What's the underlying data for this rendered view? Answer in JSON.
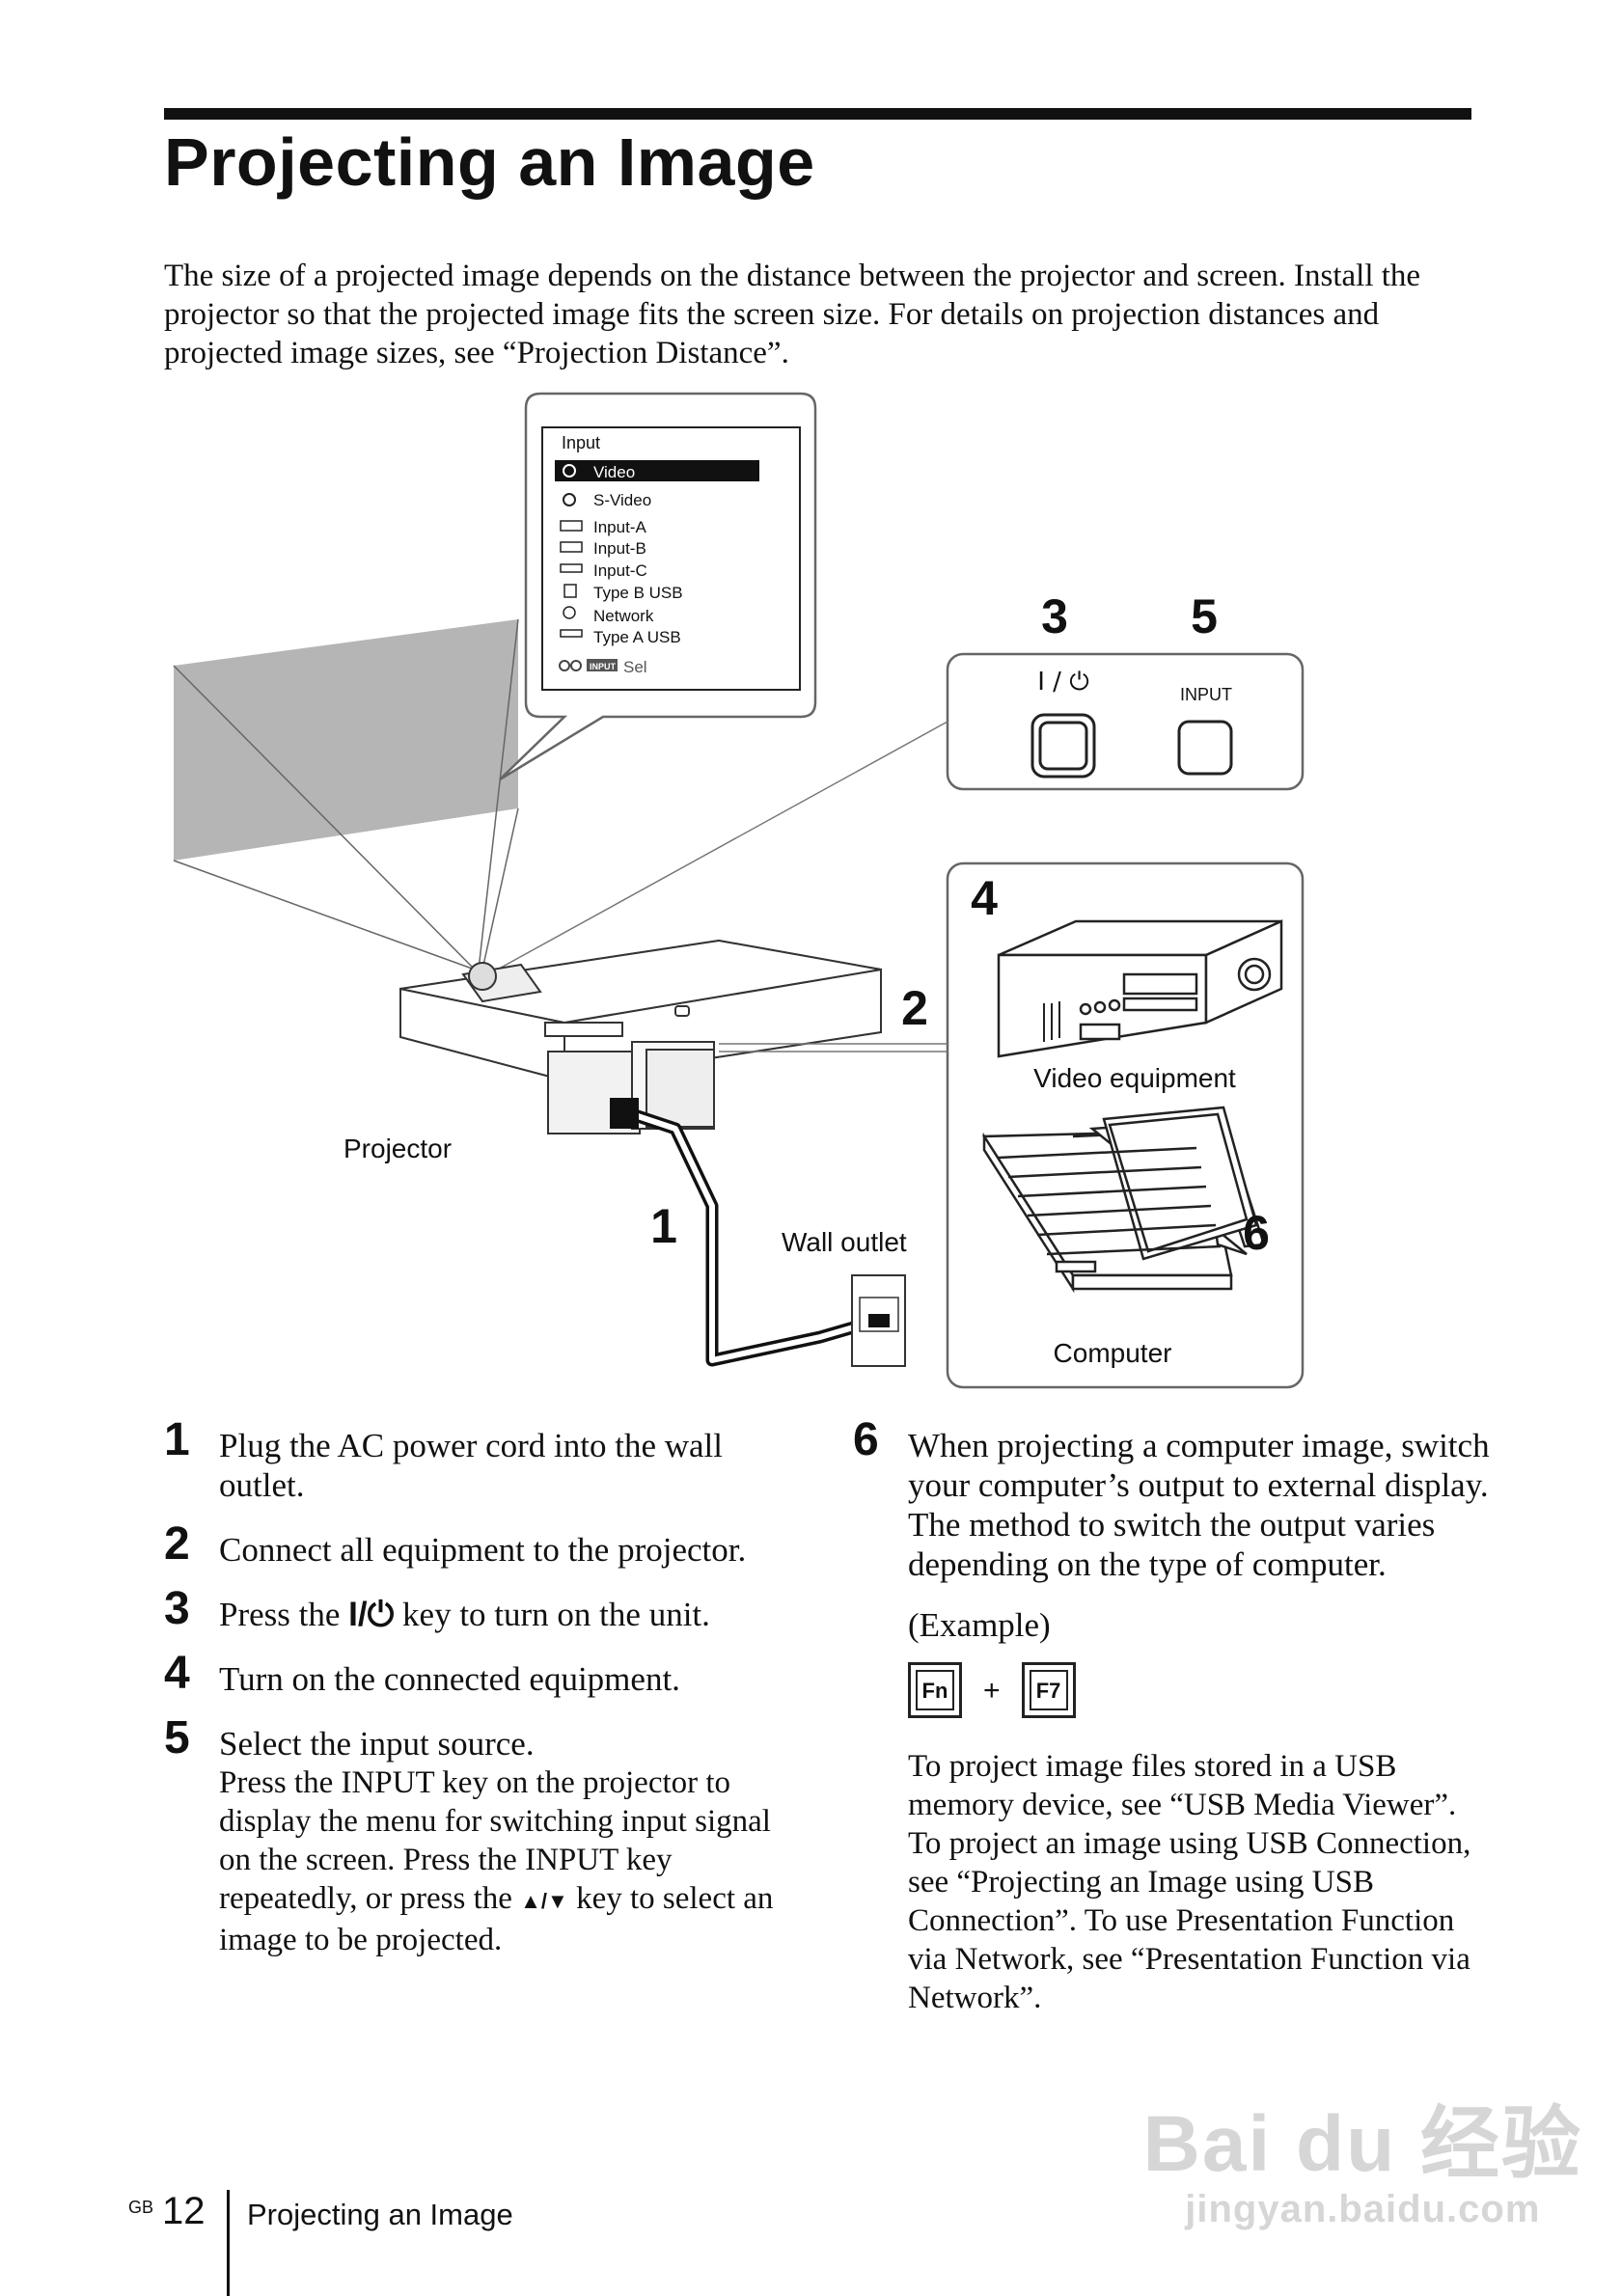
{
  "page": {
    "title": "Projecting an Image",
    "intro": "The size of a projected image depends on the distance between the projector and screen. Install the projector so that the projected image fits the screen size. For details on projection distances and projected image sizes, see “Projection Distance”."
  },
  "diagram": {
    "menu": {
      "heading": "Input",
      "items": [
        "Video",
        "S-Video",
        "Input-A",
        "Input-B",
        "Input-C",
        "Type B USB",
        "Network",
        "Type A USB"
      ],
      "selected": "Video",
      "footer_key": "INPUT",
      "footer_sel": "Sel"
    },
    "callouts": {
      "n3": "3",
      "n5": "5",
      "n4": "4",
      "n2": "2",
      "n1": "1",
      "n6": "6"
    },
    "power_label": "I / ⏻",
    "input_label": "INPUT",
    "labels": {
      "projector": "Projector",
      "wall_outlet": "Wall outlet",
      "video_equipment": "Video equipment",
      "computer": "Computer"
    }
  },
  "steps_left": [
    {
      "num": "1",
      "text": "Plug the AC power cord into the wall outlet."
    },
    {
      "num": "2",
      "text": "Connect all equipment to the projector."
    },
    {
      "num": "3",
      "text_before": "Press the ",
      "key": "I/⏻",
      "text_after": " key to turn on the unit."
    },
    {
      "num": "4",
      "text": "Turn on the connected equipment."
    },
    {
      "num": "5",
      "text": "Select the input source.",
      "detail_before": "Press the INPUT key on the projector to display the menu for switching input signal on the screen. Press the INPUT key repeatedly, or press the ",
      "arrows": "▲/▼",
      "detail_after": " key to select an image to be projected."
    }
  ],
  "step6": {
    "num": "6",
    "text": "When projecting a computer image, switch your computer’s output to external display.",
    "note": "The method to switch the output varies depending on the type of computer.",
    "example_label": "(Example)",
    "key1": "Fn",
    "plus": "+",
    "key2": "F7",
    "usb_note": "To project image files stored in a USB memory device, see “USB Media Viewer”. To project an image using USB Connection, see “Projecting an Image using USB Connection”. To use Presentation Function via Network, see “Presentation Function via Network”."
  },
  "footer": {
    "region": "GB",
    "page_number": "12",
    "section": "Projecting an Image"
  },
  "watermark": {
    "brand": "Bai du 经验",
    "url": "jingyan.baidu.com"
  }
}
